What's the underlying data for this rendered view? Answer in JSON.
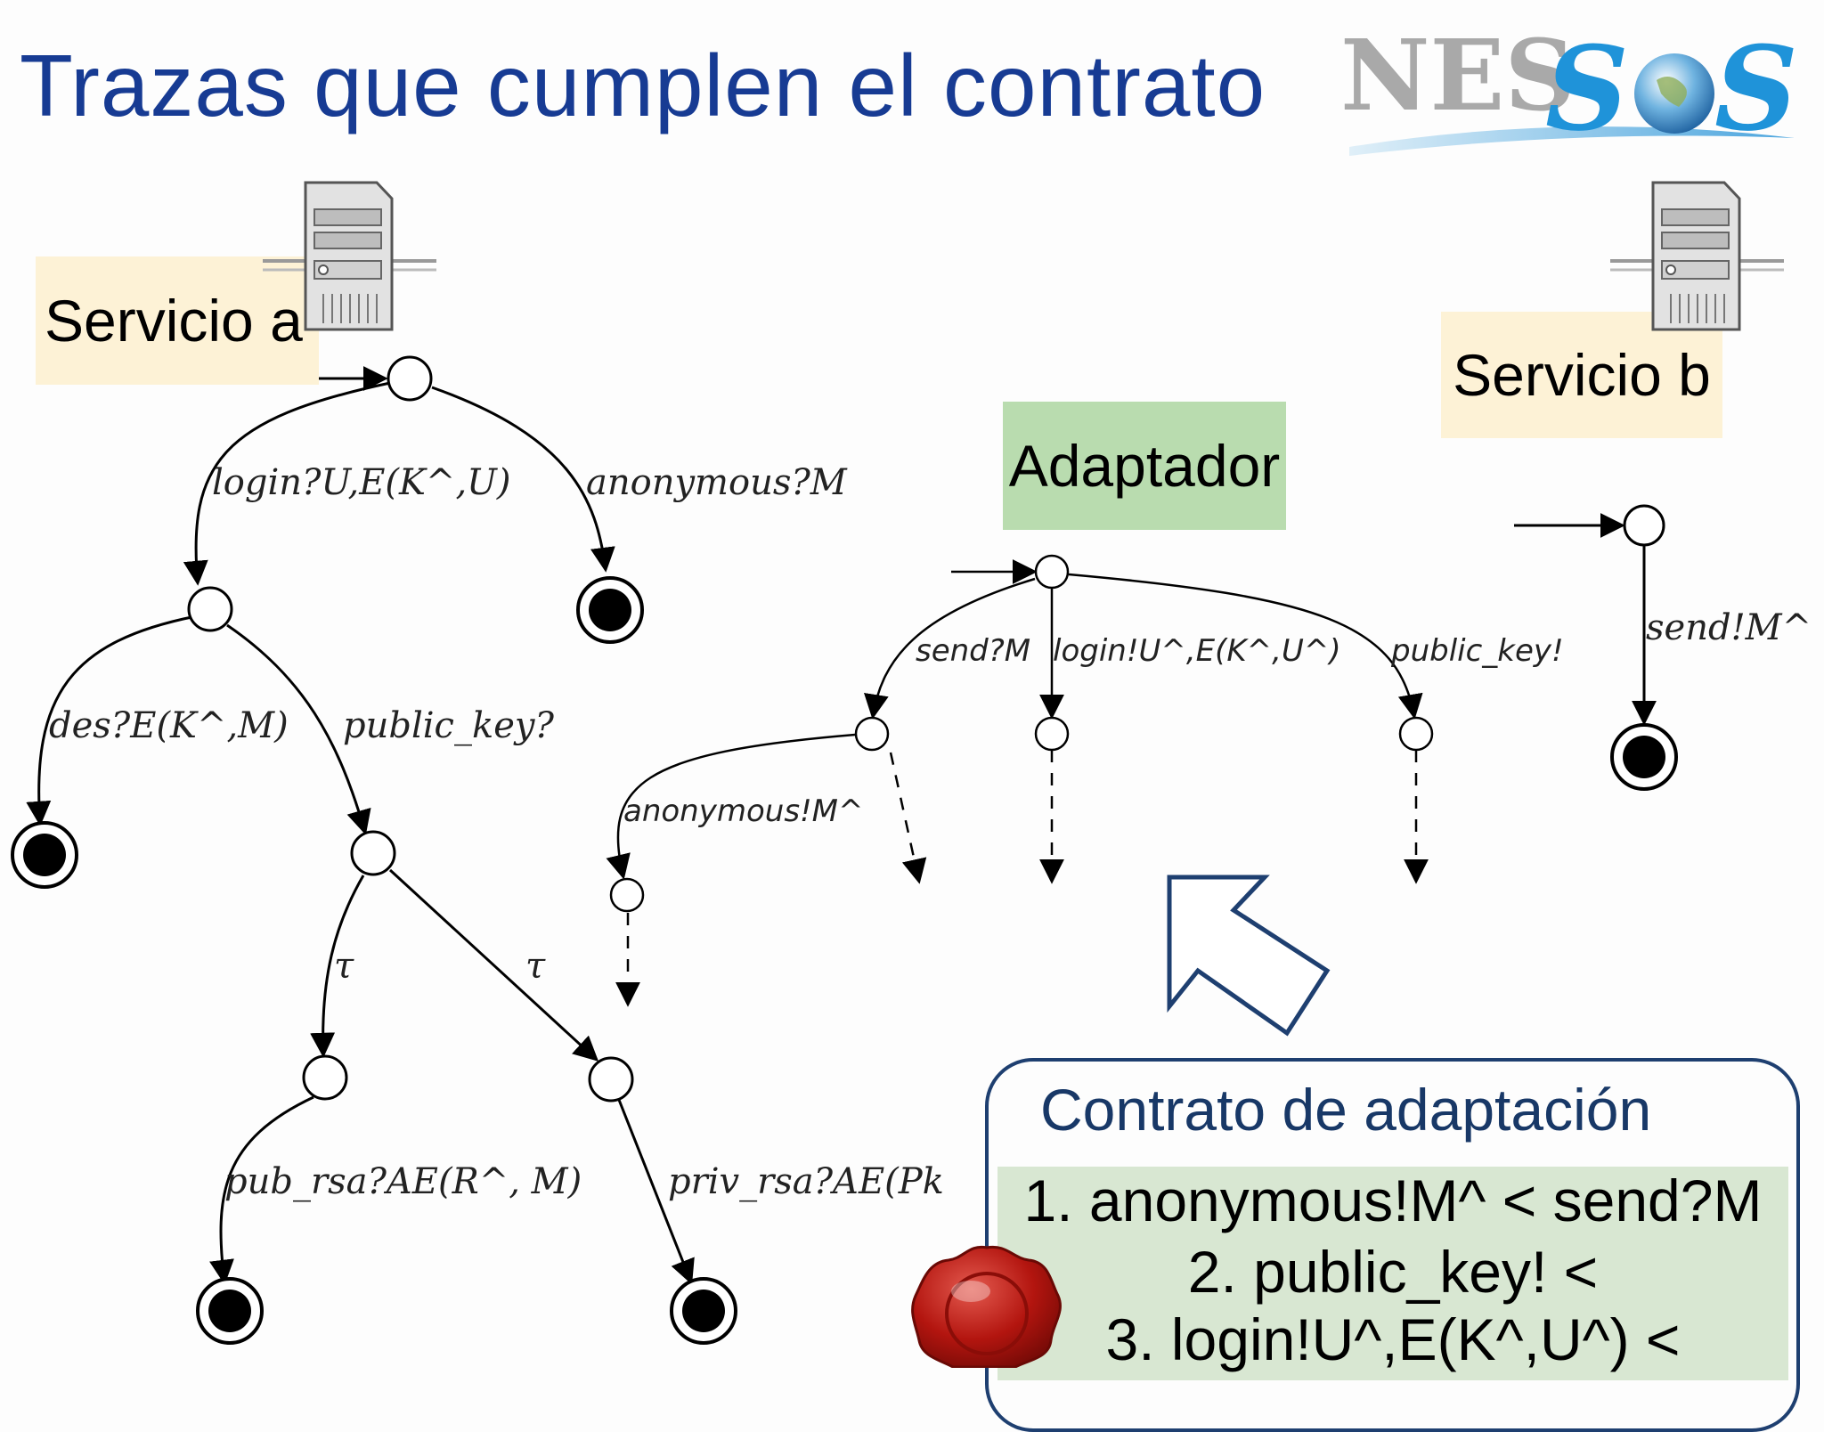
{
  "slide": {
    "title": "Trazas que cumplen el contrato",
    "logo_text": "NESSoS"
  },
  "service_a": {
    "label": "Servicio a",
    "transitions": {
      "login": "login?U,E(K^,U)",
      "anonymous": "anonymous?M",
      "des": "des?E(K^,M)",
      "public_key": "public_key?",
      "tau_left": "τ",
      "tau_right": "τ",
      "pub_rsa": "pub_rsa?AE(R^, M)",
      "priv_rsa": "priv_rsa?AE(Pk"
    }
  },
  "service_b": {
    "label": "Servicio b",
    "transitions": {
      "send": "send!M^"
    }
  },
  "adapter": {
    "label": "Adaptador",
    "transitions": {
      "send": "send?M",
      "login": "login!U^,E(K^,U^)",
      "public_key": "public_key!",
      "anonymous": "anonymous!M^"
    }
  },
  "contract": {
    "title": "Contrato de adaptación",
    "rules": [
      "1. anonymous!M^ < send?M",
      "2. public_key! <",
      "3. login!U^,E(K^,U^) <"
    ]
  },
  "colors": {
    "title": "#173b93",
    "service_box": "#fdf2d6",
    "adapter_box": "#b9dcaf",
    "contract_border": "#1e3f70",
    "contract_body": "#d8e7d2",
    "seal": "#b3150f"
  }
}
